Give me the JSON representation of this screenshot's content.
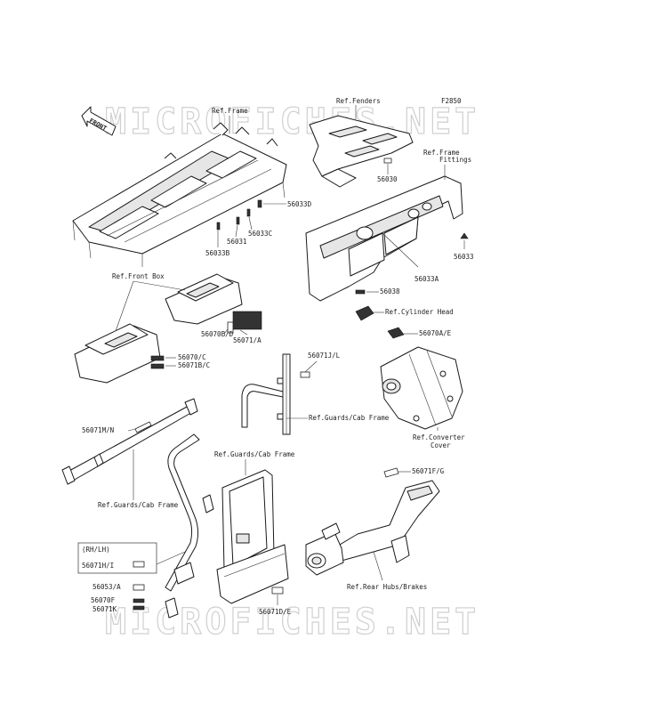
{
  "watermark": "MICROFICHES.NET",
  "figure_code": "F2850",
  "front_arrow": "FRONT",
  "labels": {
    "ref_frame": "Ref.Frame",
    "ref_fenders": "Ref.Fenders",
    "ref_frame_fittings_1": "Ref.Frame",
    "ref_frame_fittings_2": "Fittings",
    "p56030": "56030",
    "p56033D": "56033D",
    "p56033C": "56033C",
    "p56031": "56031",
    "p56033B": "56033B",
    "p56033": "56033",
    "p56033A": "56033A",
    "p56038": "56038",
    "ref_cylinder_head": "Ref.Cylinder Head",
    "p56070A_E": "56070A/E",
    "ref_front_box": "Ref.Front Box",
    "p56070B_D": "56070B/D",
    "p56071_A": "56071/A",
    "p56070_C": "56070/C",
    "p56071B_C": "56071B/C",
    "p56071J_L": "56071J/L",
    "ref_guards_cab_1": "Ref.Guards/Cab Frame",
    "ref_converter_1": "Ref.Converter",
    "ref_converter_2": "Cover",
    "p56071M_N": "56071M/N",
    "ref_guards_cab_2": "Ref.Guards/Cab Frame",
    "ref_guards_cab_3": "Ref.Guards/Cab Frame",
    "p56071F_G": "56071F/G",
    "rh_lh": "(RH/LH)",
    "p56071H_I": "56071H/I",
    "p56053_A": "56053/A",
    "p56070F": "56070F",
    "p56071K": "56071K",
    "p56071D_E": "56071D/E",
    "ref_rear_hubs": "Ref.Rear Hubs/Brakes"
  }
}
